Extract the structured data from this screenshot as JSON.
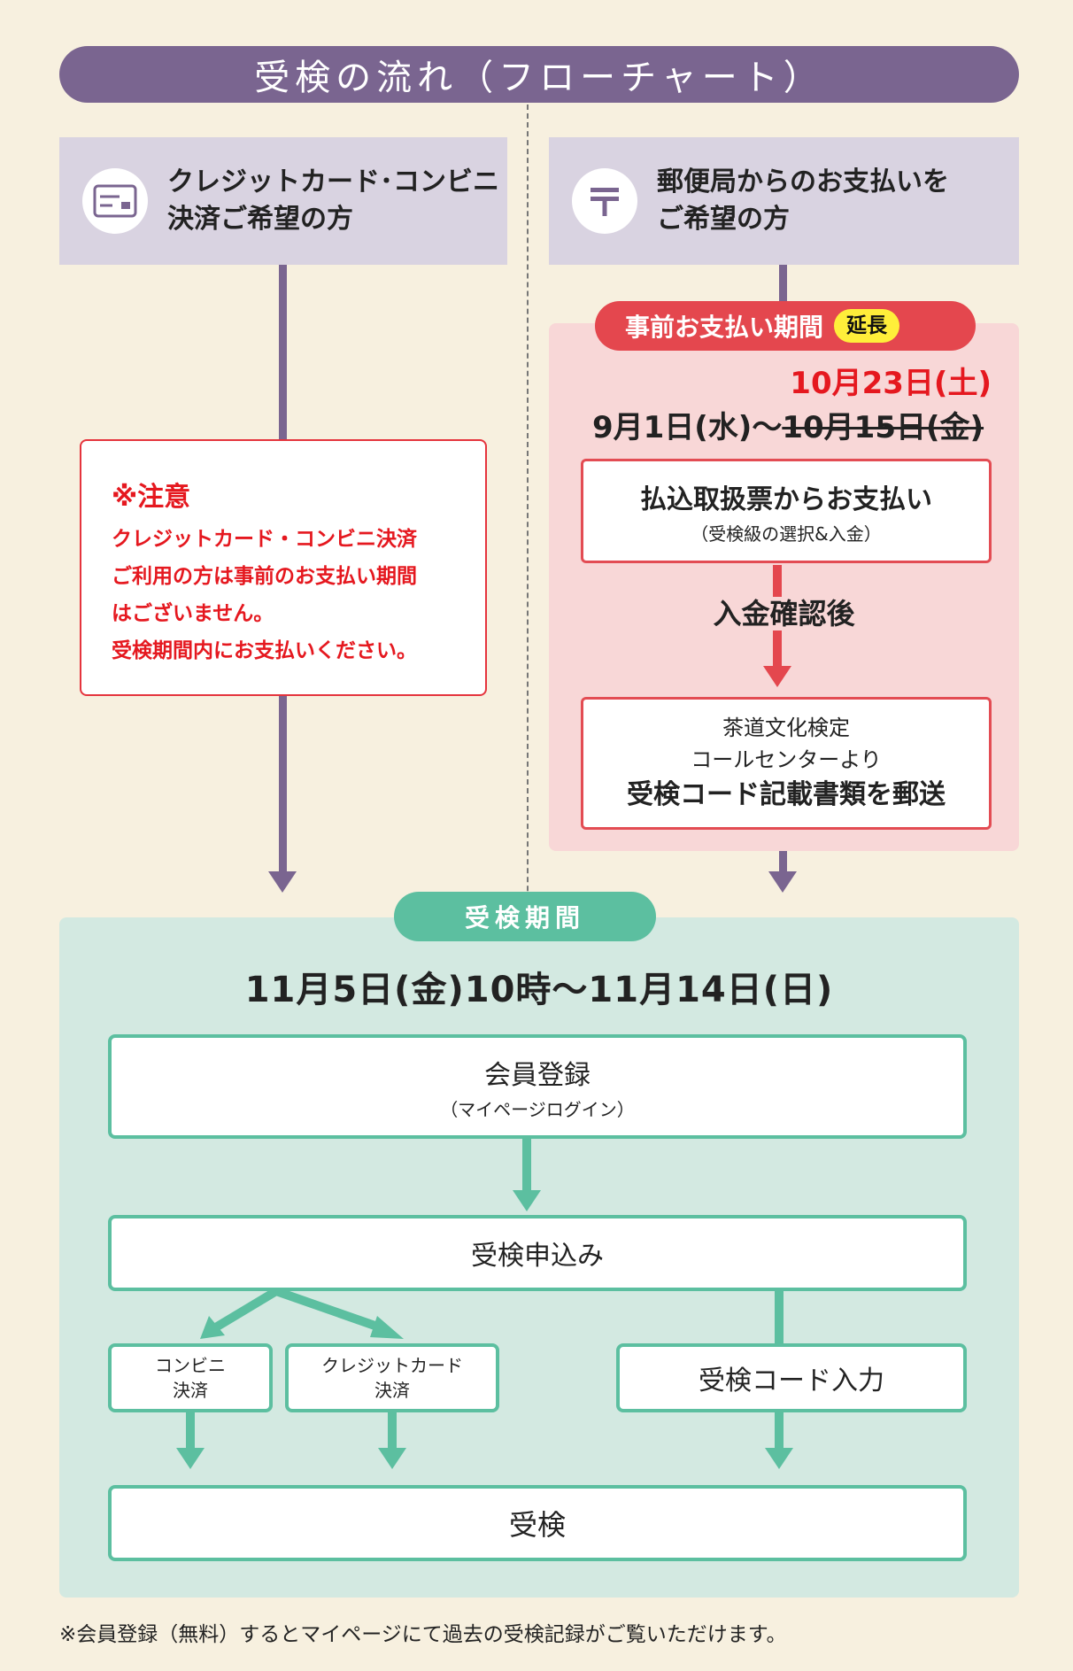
{
  "title": "受検の流れ（フローチャート）",
  "left_header": {
    "line1": "クレジットカード･コンビニ",
    "line2": "決済ご希望の方",
    "icon": "credit-card-icon"
  },
  "right_header": {
    "line1": "郵便局からのお支払いを",
    "line2": "ご希望の方",
    "icon": "postal-mark-icon"
  },
  "note": {
    "title": "※注意",
    "lines": [
      "クレジットカード・コンビニ決済",
      "ご利用の方は事前のお支払い期間",
      "はございません。",
      "受検期間内にお支払いください。"
    ]
  },
  "prepay": {
    "label": "事前お支払い期間",
    "badge": "延長",
    "new_end": "10月23日(土)",
    "start": "9月1日(水)～",
    "old_end": "10月15日(金)",
    "step1_title": "払込取扱票からお支払い",
    "step1_sub": "（受検級の選択&入金）",
    "after": "入金確認後",
    "step2_line1": "茶道文化検定",
    "step2_line2": "コールセンターより",
    "step2_line3": "受検コード記載書類を郵送"
  },
  "exam": {
    "label": "受検期間",
    "dates": "11月5日(金)10時～11月14日(日)",
    "register_title": "会員登録",
    "register_sub": "（マイページログイン）",
    "apply": "受検申込み",
    "conv_line1": "コンビニ",
    "conv_line2": "決済",
    "credit_line1": "クレジットカード",
    "credit_line2": "決済",
    "code_input": "受検コード入力",
    "final": "受検"
  },
  "footnote": "※会員登録（無料）するとマイページにて過去の受検記録がご覧いただけます。",
  "colors": {
    "purple": "#7a6590",
    "red": "#e4474e",
    "green": "#5cbfa0",
    "pink": "#f8d7d7",
    "mint": "#d3e9e1"
  }
}
